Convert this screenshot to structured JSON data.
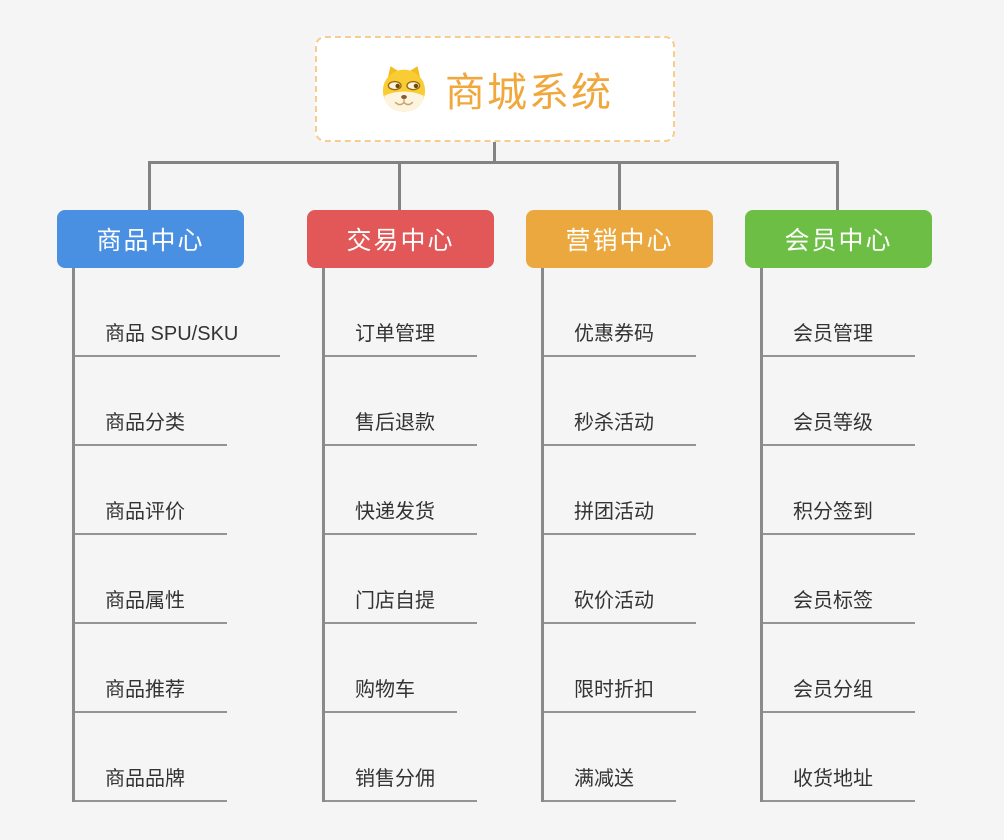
{
  "root": {
    "title": "商城系统",
    "icon": "doge-icon"
  },
  "branches": [
    {
      "label": "商品中心",
      "color": "#4a90e2",
      "items": [
        "商品 SPU/SKU",
        "商品分类",
        "商品评价",
        "商品属性",
        "商品推荐",
        "商品品牌"
      ]
    },
    {
      "label": "交易中心",
      "color": "#e25757",
      "items": [
        "订单管理",
        "售后退款",
        "快递发货",
        "门店自提",
        "购物车",
        "销售分佣"
      ]
    },
    {
      "label": "营销中心",
      "color": "#eaa83e",
      "items": [
        "优惠券码",
        "秒杀活动",
        "拼团活动",
        "砍价活动",
        "限时折扣",
        "满减送"
      ]
    },
    {
      "label": "会员中心",
      "color": "#6dbe45",
      "items": [
        "会员管理",
        "会员等级",
        "积分签到",
        "会员标签",
        "会员分组",
        "收货地址"
      ]
    }
  ],
  "colors": {
    "background": "#f5f5f5",
    "root_text": "#f0a73c",
    "root_border": "#f6cd8f",
    "connector": "#838383",
    "leaf_underline": "#949494",
    "leaf_text": "#333333"
  }
}
